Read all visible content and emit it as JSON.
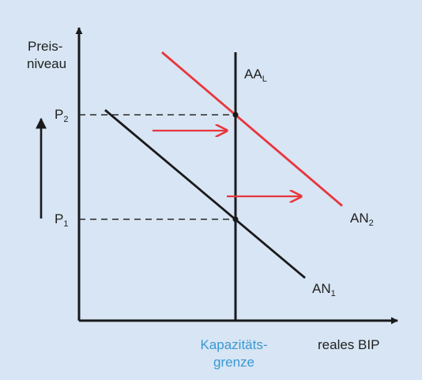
{
  "colors": {
    "background": "#d7e5f4",
    "axis": "#1a1a1a",
    "curve": "#1a1a1a",
    "shifted_curve": "#e8363d",
    "arrow": "#e8363d",
    "accent_text": "#3a98d3"
  },
  "y_axis": {
    "label_line1": "Preis-",
    "label_line2": "niveau"
  },
  "x_axis": {
    "label": "reales BIP"
  },
  "levels": {
    "p2": {
      "main": "P",
      "sub": "2"
    },
    "p1": {
      "main": "P",
      "sub": "1"
    }
  },
  "curves": {
    "aa": {
      "main": "AA",
      "sub": "L"
    },
    "an1": {
      "main": "AN",
      "sub": "1"
    },
    "an2": {
      "main": "AN",
      "sub": "2"
    }
  },
  "capacity": {
    "line1": "Kapazitäts-",
    "line2": "grenze"
  }
}
